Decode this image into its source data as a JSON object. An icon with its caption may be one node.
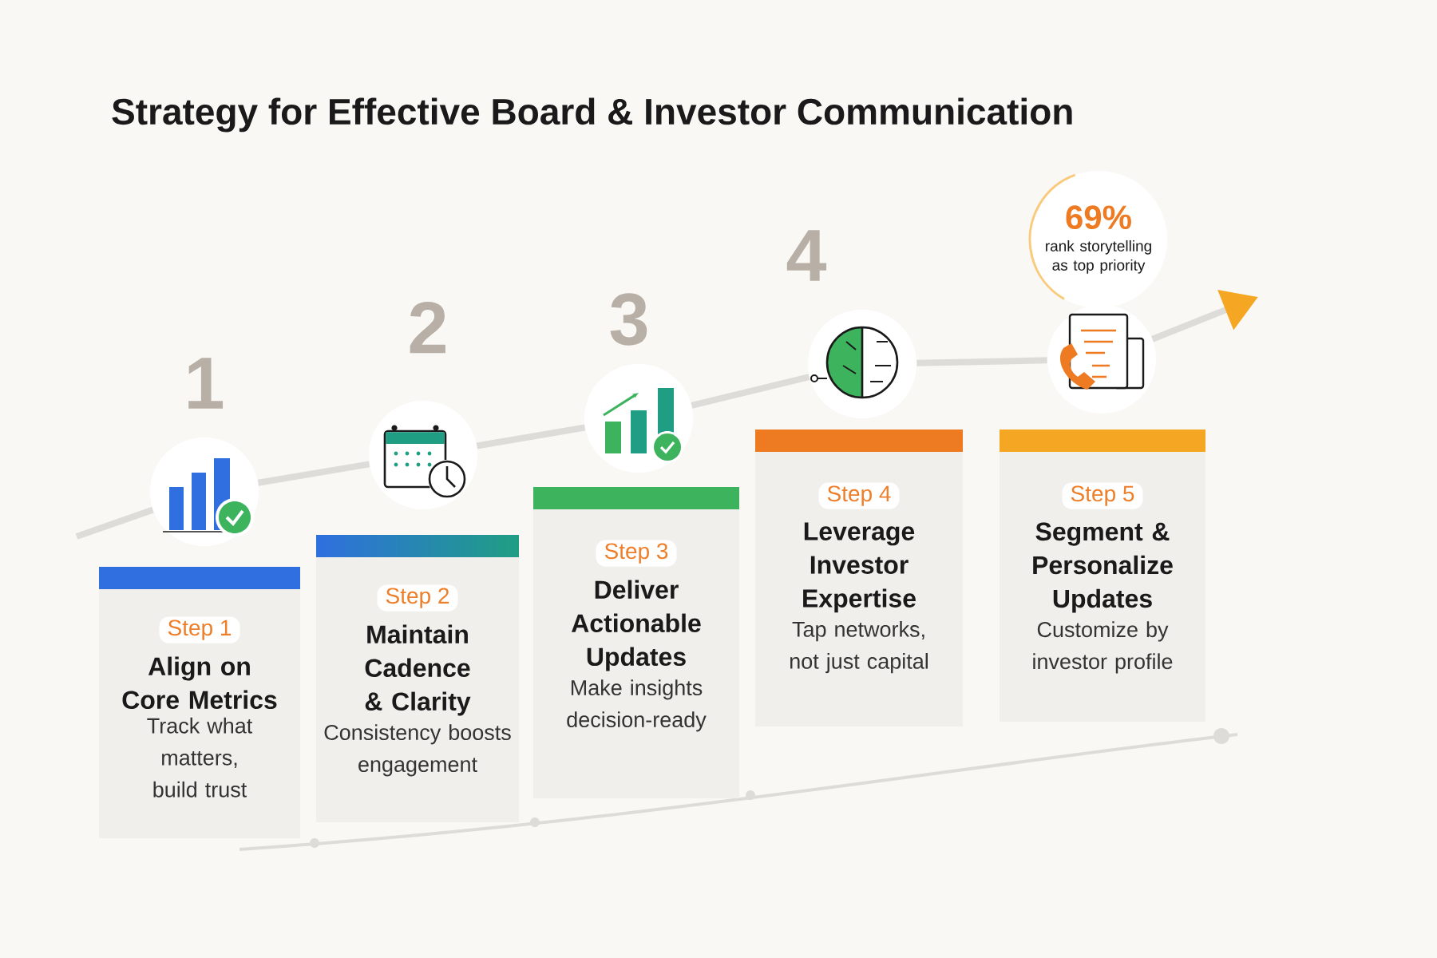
{
  "diagram": {
    "title": "Strategy for Effective Board & Investor Communication",
    "nodes": [
      {
        "text": [
          "Step 1",
          "Align on Core Metrics",
          "Track what matters, build trust"
        ]
      },
      {
        "text": [
          "Step 2",
          "Maintain Cadence & Clarity",
          "Consistency boosts engagement"
        ]
      },
      {
        "text": [
          "Step 3",
          "Deliver Actionable Updates",
          "Make insights decision-ready"
        ]
      },
      {
        "text": [
          "Step 4",
          "Leverage Investor Expertise",
          "Tap networks, not just capital"
        ]
      },
      {
        "text": [
          "69%",
          "rank storytelling as top priority"
        ]
      },
      {
        "text": [
          "Step 5",
          "Segment & Personalize Updates",
          "Customize by investor profile"
        ]
      },
      {
        "text": [],
        "shape": "picture"
      },
      {
        "text": [],
        "shape": "picture"
      },
      {
        "text": [],
        "shape": "picture"
      },
      {
        "text": [],
        "shape": "picture"
      },
      {
        "text": [],
        "shape": "picture"
      }
    ],
    "edges": [
      {
        "from": null,
        "to": 6,
        "arrow": "none"
      },
      {
        "from": 6,
        "to": 7,
        "arrow": "none"
      },
      {
        "from": 7,
        "to": 8,
        "arrow": "none"
      },
      {
        "from": 8,
        "to": 9,
        "arrow": "none"
      },
      {
        "from": 9,
        "to": 10,
        "arrow": "none"
      },
      {
        "from": 10,
        "to": null,
        "arrow": "to"
      }
    ],
    "labels": [
      "1",
      "2",
      "3",
      "4"
    ]
  }
}
